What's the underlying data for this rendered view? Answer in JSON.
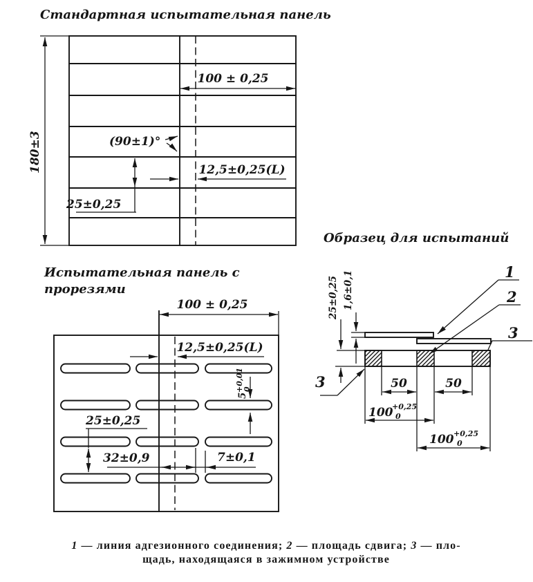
{
  "titles": {
    "standard_panel": "Стандартная испытательная панель",
    "slotted_panel_l1": "Испытательная панель с",
    "slotted_panel_l2": "прорезями",
    "specimen": "Образец для испытаний"
  },
  "standard_panel": {
    "height": "180±3",
    "width": "100 ± 0,25",
    "angle": "(90±1)°",
    "strip_width": "12,5±0,25(L)",
    "row_pitch": "25±0,25"
  },
  "slotted_panel": {
    "width": "100 ± 0,25",
    "strip_width": "12,5±0,25(L)",
    "slot_width": {
      "main": "5",
      "sup": "+0,01",
      "sub": "0"
    },
    "row_gap": "25±0,25",
    "slot_pitch": "32±0,9",
    "slot_end_gap": "7±0,1"
  },
  "specimen": {
    "width": "25±0,25",
    "thickness": "1,6±0,1",
    "label_1": "1",
    "label_2": "2",
    "label_3_right": "3",
    "label_3_left": "3",
    "lap_left": "50",
    "lap_right": "50",
    "panel_len1": {
      "main": "100",
      "sup": "+0,25",
      "sub": "0"
    },
    "panel_len2": {
      "main": "100",
      "sup": "+0,25",
      "sub": "0"
    }
  },
  "caption": {
    "l1": [
      {
        "n": "1",
        "t": " — линия адгезионного соединения; "
      },
      {
        "n": "2",
        "t": " — площадь сдвига; "
      },
      {
        "n": "3",
        "t": " — пло-"
      }
    ],
    "l2": "щадь, находящаяся в зажимном устройстве"
  },
  "colors": {
    "ink": "#161616",
    "paper": "#ffffff"
  }
}
